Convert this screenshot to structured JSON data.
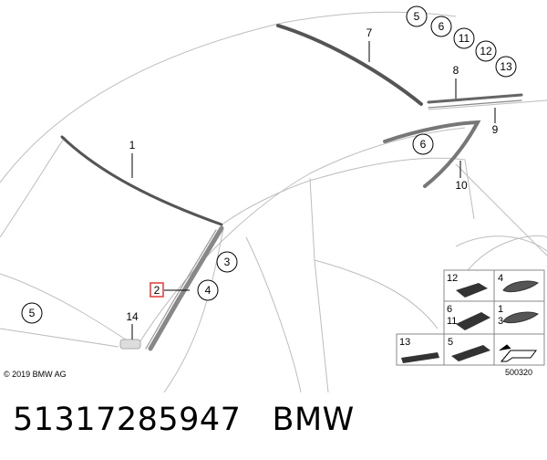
{
  "callouts": {
    "c1": "1",
    "c2": "2",
    "c3": "3",
    "c4": "4",
    "c5_left": "5",
    "c5_top": "5",
    "c6_top": "6",
    "c6_mid": "6",
    "c7": "7",
    "c8": "8",
    "c9": "9",
    "c10": "10",
    "c11": "11",
    "c12": "12",
    "c13": "13",
    "c14": "14"
  },
  "inset": {
    "i12": "12",
    "i4": "4",
    "i6": "6",
    "i11": "11",
    "i1": "1",
    "i3": "3",
    "i13": "13",
    "i5": "5"
  },
  "copyright": "© 2019 BMW AG",
  "ref_number": "500320",
  "footer": {
    "part_number": "51317285947",
    "brand": "BMW"
  },
  "colors": {
    "highlight_box": "#e53935",
    "line": "#b0b0b0",
    "part": "#555555"
  }
}
